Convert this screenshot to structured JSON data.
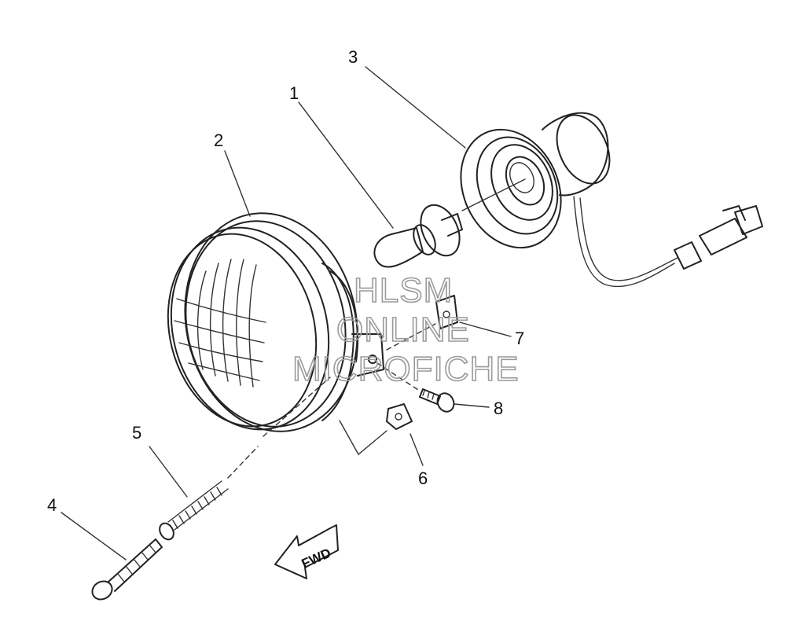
{
  "callouts": [
    "1",
    "2",
    "3",
    "4",
    "5",
    "6",
    "7",
    "8"
  ],
  "watermark": {
    "line1": "HLSM",
    "line2": "ONLINE",
    "line3": "MICROFICHE"
  },
  "direction_arrow": {
    "label": "FWD"
  },
  "colors": {
    "line": "#222222",
    "watermark": "#9a9a9a",
    "background": "#ffffff"
  }
}
